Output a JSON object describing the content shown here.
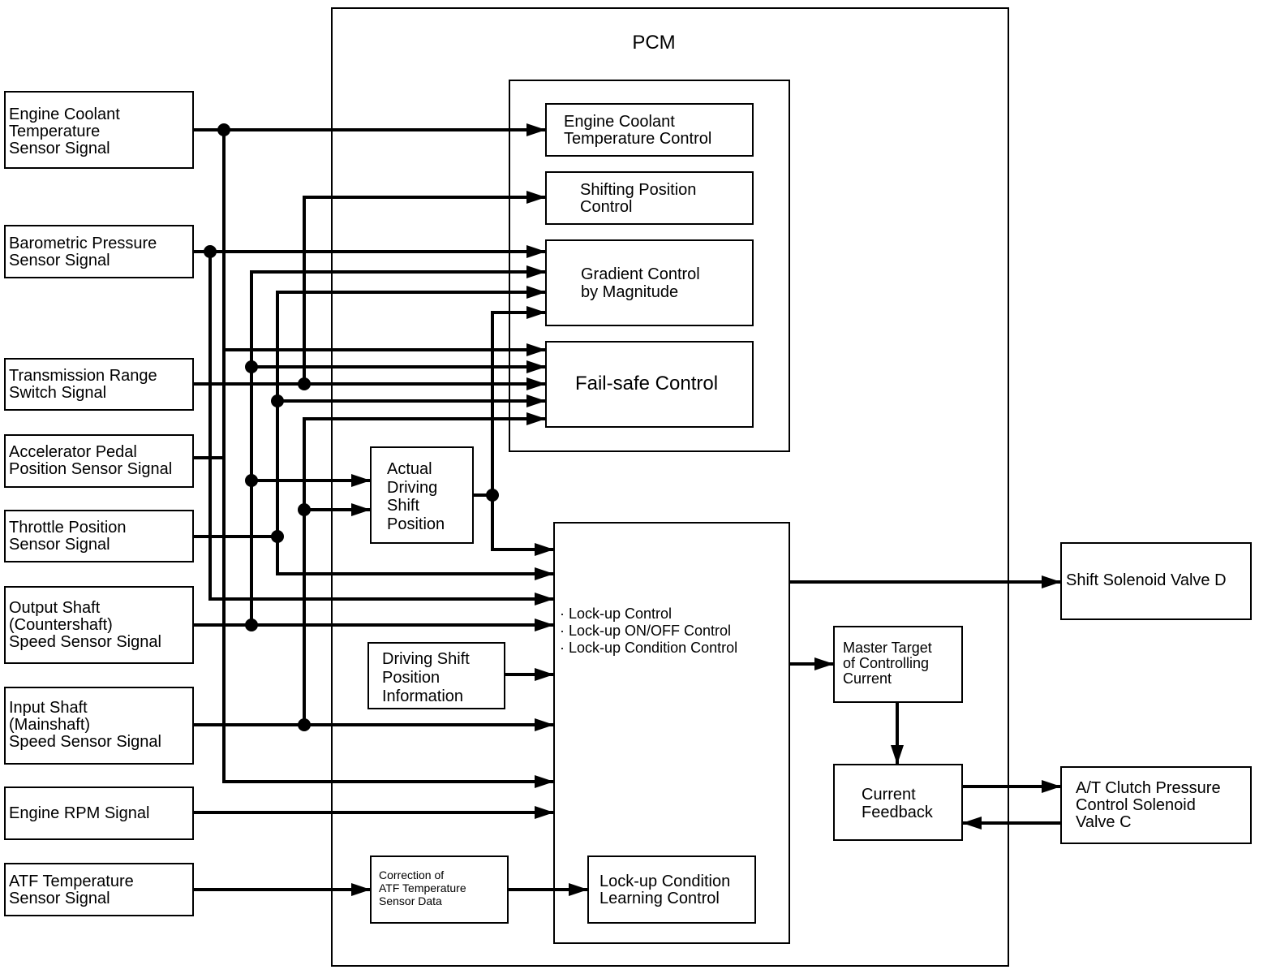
{
  "pcm": {
    "title": "PCM"
  },
  "inputs": {
    "ect": [
      "Engine Coolant",
      "Temperature",
      "Sensor Signal"
    ],
    "baro": [
      "Barometric Pressure",
      "Sensor Signal"
    ],
    "tr": [
      "Transmission Range",
      "Switch Signal"
    ],
    "app": [
      "Accelerator Pedal",
      "Position Sensor Signal"
    ],
    "tp": [
      "Throttle Position",
      "Sensor Signal"
    ],
    "oss": [
      "Output Shaft",
      "(Countershaft)",
      "Speed Sensor Signal"
    ],
    "iss": [
      "Input Shaft",
      "(Mainshaft)",
      "Speed Sensor Signal"
    ],
    "rpm": [
      "Engine RPM Signal"
    ],
    "atf": [
      "ATF Temperature",
      "Sensor Signal"
    ]
  },
  "controls": {
    "ect_control": [
      "Engine Coolant",
      "Temperature Control"
    ],
    "shift_pos": [
      "Shifting Position",
      "Control"
    ],
    "gradient": [
      "Gradient Control",
      "by Magnitude"
    ],
    "failsafe": [
      "Fail-safe Control"
    ],
    "actual_shift": [
      "Actual",
      "Driving",
      "Shift",
      "Position"
    ],
    "shift_info": [
      "Driving Shift",
      "Position",
      "Information"
    ],
    "lockup": [
      "· Lock-up Control",
      "· Lock-up ON/OFF Control",
      "· Lock-up Condition Control"
    ],
    "atf_correction": [
      "Correction of",
      "ATF Temperature",
      "Sensor Data"
    ],
    "lockup_learning": [
      "Lock-up Condition",
      "Learning Control"
    ],
    "master_target": [
      "Master Target",
      "of Controlling",
      "Current"
    ],
    "current_feedback": [
      "Current",
      "Feedback"
    ]
  },
  "outputs": {
    "shift_solenoid": [
      "Shift Solenoid Valve D"
    ],
    "clutch_solenoid": [
      "A/T Clutch Pressure",
      "Control Solenoid",
      "Valve C"
    ]
  }
}
